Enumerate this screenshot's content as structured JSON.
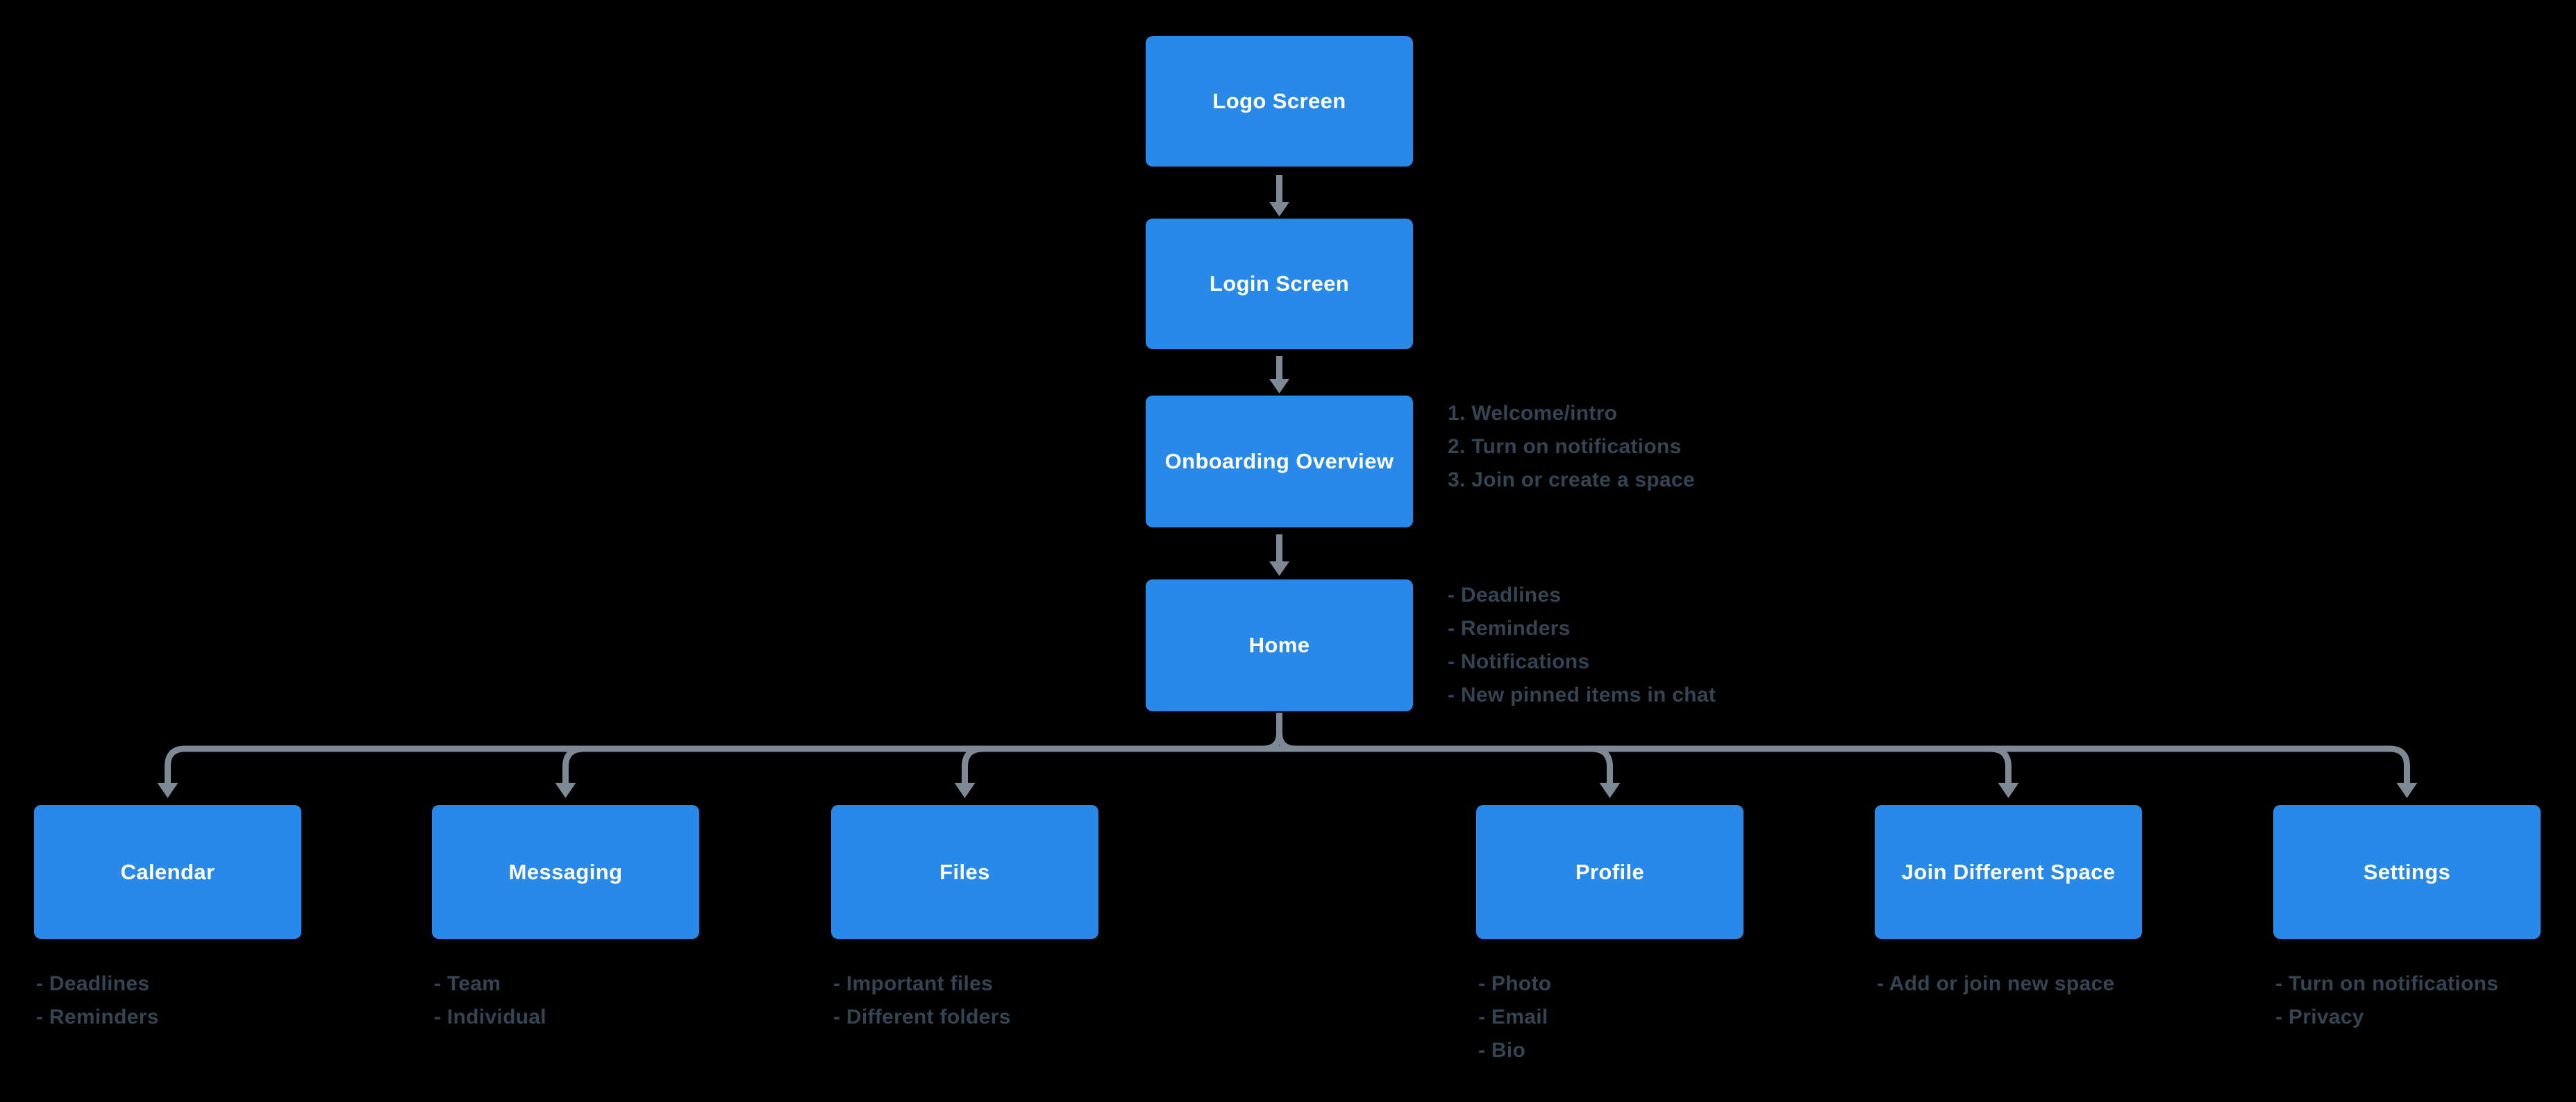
{
  "colors": {
    "background": "#000000",
    "node_fill": "#2889E9",
    "node_label": "#FFFFFF",
    "connector": "#7D8995",
    "note_text": "#344452"
  },
  "flow": {
    "main_path": [
      {
        "id": "logo-screen",
        "label": "Logo Screen",
        "notes": []
      },
      {
        "id": "login-screen",
        "label": "Login Screen",
        "notes": []
      },
      {
        "id": "onboarding-overview",
        "label": "Onboarding Overview",
        "notes": [
          "1. Welcome/intro",
          "2. Turn on notifications",
          "3. Join or create a space"
        ]
      },
      {
        "id": "home",
        "label": "Home",
        "notes": [
          "- Deadlines",
          "- Reminders",
          "- Notifications",
          "- New pinned items in chat"
        ]
      }
    ],
    "home_children": [
      {
        "id": "calendar",
        "label": "Calendar",
        "notes": [
          "- Deadlines",
          "- Reminders"
        ]
      },
      {
        "id": "messaging",
        "label": "Messaging",
        "notes": [
          "- Team",
          "- Individual"
        ]
      },
      {
        "id": "files",
        "label": "Files",
        "notes": [
          "- Important files",
          "- Different folders"
        ]
      },
      {
        "id": "profile",
        "label": "Profile",
        "notes": [
          "- Photo",
          "- Email",
          "- Bio"
        ]
      },
      {
        "id": "join-different-space",
        "label": "Join Different Space",
        "notes": [
          "- Add or join new space"
        ]
      },
      {
        "id": "settings",
        "label": "Settings",
        "notes": [
          "- Turn on notifications",
          "- Privacy"
        ]
      }
    ]
  }
}
